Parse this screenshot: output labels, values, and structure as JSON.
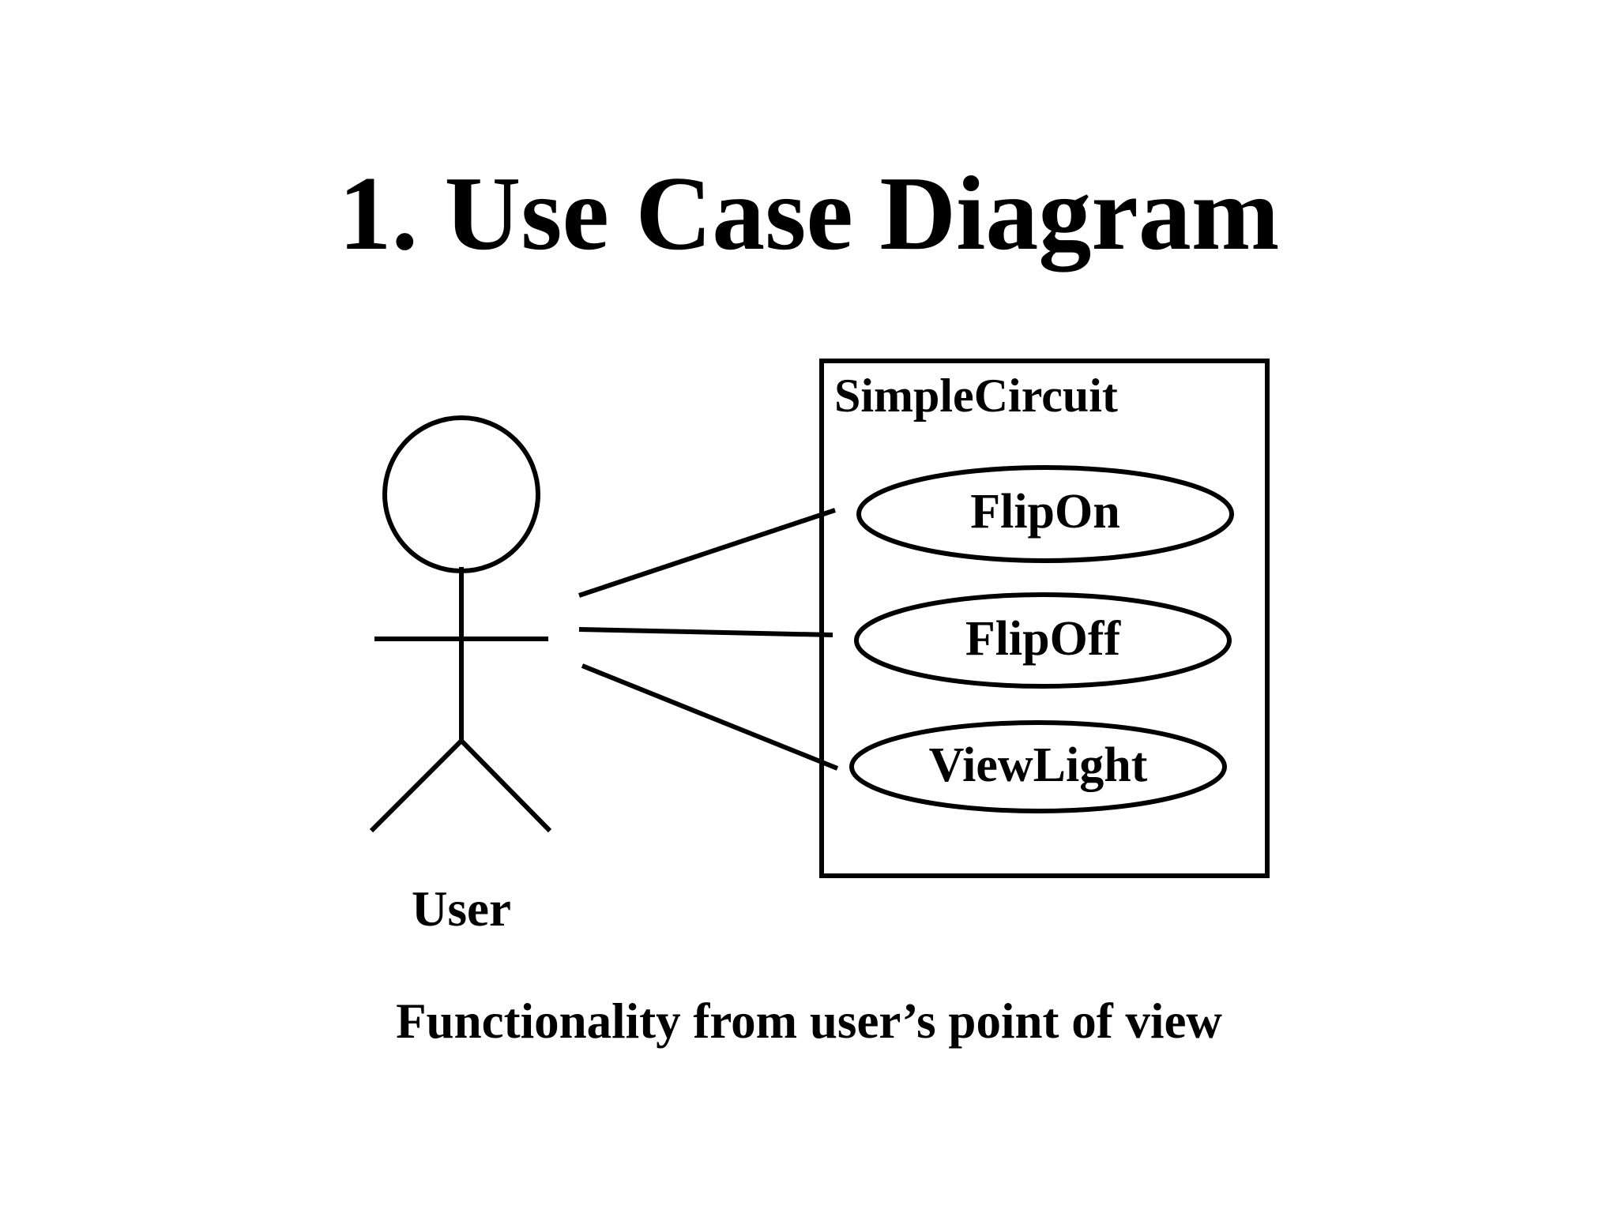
{
  "title": "1. Use Case Diagram",
  "caption": "Functionality from user’s point of view",
  "actor": {
    "label": "User"
  },
  "system": {
    "label": "SimpleCircuit",
    "use_cases": [
      {
        "label": "FlipOn"
      },
      {
        "label": "FlipOff"
      },
      {
        "label": "ViewLight"
      }
    ]
  },
  "colors": {
    "ink": "#000000",
    "background": "#ffffff"
  }
}
